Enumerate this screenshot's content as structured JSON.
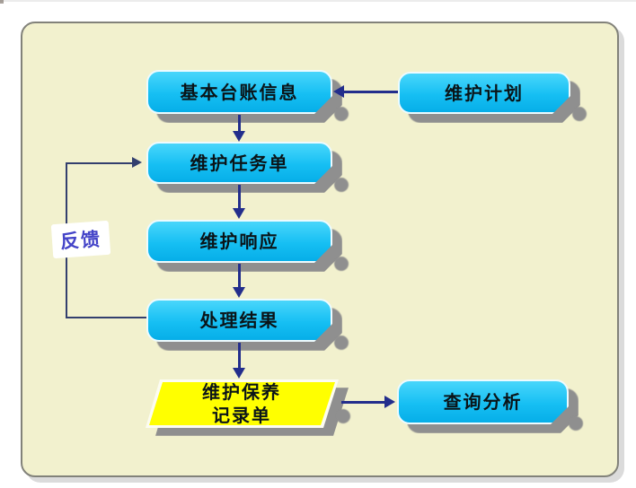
{
  "diagram": {
    "type": "flowchart",
    "background_panel_color": "#F2F1CE",
    "colors": {
      "node_fill": "#16BFF3",
      "node_border": "#EDFBFF",
      "highlight_node_fill": "#FFFF00",
      "shadow": "#8F8F8F",
      "arrow": "#232E8C",
      "feedback_line": "#333F6E",
      "node_text": "#0A1418",
      "feedback_text": "#4444C8"
    },
    "nodes": [
      {
        "id": "basic-ledger-info",
        "label": "基本台账信息",
        "shape": "rounded-chamfer",
        "fill": "cyan"
      },
      {
        "id": "maintenance-plan",
        "label": "维护计划",
        "shape": "rounded-chamfer",
        "fill": "cyan"
      },
      {
        "id": "maintenance-task-order",
        "label": "维护任务单",
        "shape": "rounded-chamfer",
        "fill": "cyan"
      },
      {
        "id": "maintenance-response",
        "label": "维护响应",
        "shape": "rounded-chamfer",
        "fill": "cyan"
      },
      {
        "id": "processing-result",
        "label": "处理结果",
        "shape": "rounded-chamfer",
        "fill": "cyan"
      },
      {
        "id": "maintenance-record-sheet",
        "label": "维护保养\n记录单",
        "shape": "parallelogram",
        "fill": "yellow"
      },
      {
        "id": "query-analysis",
        "label": "查询分析",
        "shape": "rounded-chamfer",
        "fill": "cyan"
      }
    ],
    "edges": [
      {
        "from": "维护计划",
        "to": "基本台账信息"
      },
      {
        "from": "基本台账信息",
        "to": "维护任务单"
      },
      {
        "from": "维护任务单",
        "to": "维护响应"
      },
      {
        "from": "维护响应",
        "to": "处理结果"
      },
      {
        "from": "处理结果",
        "to": "维护保养记录单"
      },
      {
        "from": "维护保养记录单",
        "to": "查询分析"
      },
      {
        "from": "处理结果",
        "to": "维护任务单",
        "label": "反馈",
        "type": "feedback-loop"
      }
    ],
    "feedback": {
      "label": "反馈"
    }
  }
}
